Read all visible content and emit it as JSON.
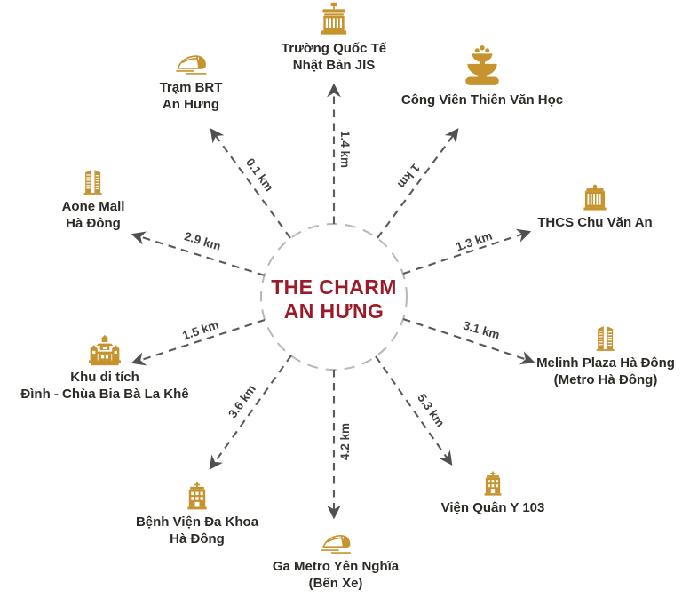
{
  "center": {
    "name_line1": "THE CHARM",
    "name_line2": "AN HƯNG"
  },
  "locations": [
    {
      "icon": "school-building-icon",
      "name_lines": [
        "Trường Quốc Tế",
        "Nhật Bản JIS"
      ],
      "distance": "1.4 km"
    },
    {
      "icon": "brt-bus-icon",
      "name_lines": [
        "Trạm BRT",
        "An Hưng"
      ],
      "distance": "0.1 km"
    },
    {
      "icon": "fountain-icon",
      "name_lines": [
        "Công Viên Thiên Văn Học"
      ],
      "distance": "1 km"
    },
    {
      "icon": "twin-towers-icon",
      "name_lines": [
        "Aone Mall",
        "Hà Đông"
      ],
      "distance": "2.9 km"
    },
    {
      "icon": "school-dome-icon",
      "name_lines": [
        "THCS Chu Văn An"
      ],
      "distance": "1.3 km"
    },
    {
      "icon": "temple-pagoda-icon",
      "name_lines": [
        "Khu di tích",
        "Đình - Chùa Bia Bà La Khê"
      ],
      "distance": "1.5 km"
    },
    {
      "icon": "twin-towers-icon",
      "name_lines": [
        "Melinh Plaza Hà Đông",
        "(Metro Hà Đông)"
      ],
      "distance": "3.1 km"
    },
    {
      "icon": "hospital-icon",
      "name_lines": [
        "Bệnh Viện Đa Khoa",
        "Hà Đông"
      ],
      "distance": "3.6 km"
    },
    {
      "icon": "metro-train-icon",
      "name_lines": [
        "Ga Metro Yên Nghĩa",
        "(Bến Xe)"
      ],
      "distance": "4.2 km"
    },
    {
      "icon": "hospital-icon",
      "name_lines": [
        "Viện Quân Y 103"
      ],
      "distance": "5.3 km"
    }
  ],
  "colors": {
    "icon_gold": "#C6932F",
    "center_red": "#9A1C2B",
    "arrow_gray": "#58595B",
    "circle_gray": "#B5B7BA",
    "label_text": "#2D2A26"
  }
}
